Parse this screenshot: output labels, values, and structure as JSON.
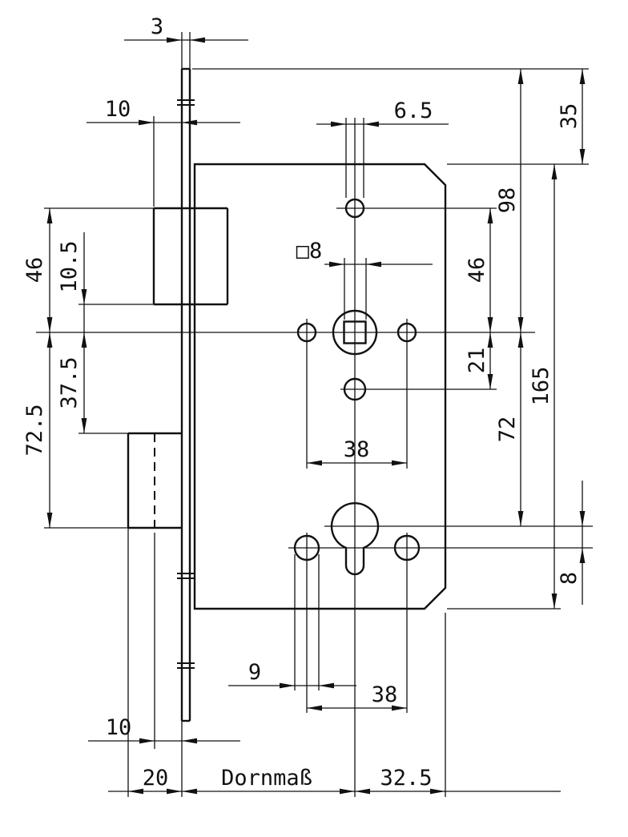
{
  "drawing": {
    "title": "Mortise lock dimensional drawing",
    "labels": {
      "faceplate_thickness": "3",
      "latch_protrusion": "10",
      "top_hole_diameter": "6.5",
      "faceplate_top_to_case_top": "35",
      "faceplate_top_to_follower": "98",
      "latch_top_to_follower": "46",
      "latch_bottom_to_follower": "10.5",
      "follower_square_size": "□8",
      "top_hole_to_follower": "46",
      "follower_to_lower_hole": "21",
      "case_height": "165",
      "follower_to_deadbolt_top": "37.5",
      "follower_to_deadbolt_bottom": "72.5",
      "follower_to_cylinder": "72",
      "upper_holes_spacing": "38",
      "cylinder_to_bottom_holes": "8",
      "bottom_hole_diameter": "9",
      "deadbolt_half_throw": "10",
      "deadbolt_throw": "20",
      "backset": "Dornmaß",
      "follower_to_case_right": "32.5",
      "bottom_holes_spacing": "38"
    }
  }
}
